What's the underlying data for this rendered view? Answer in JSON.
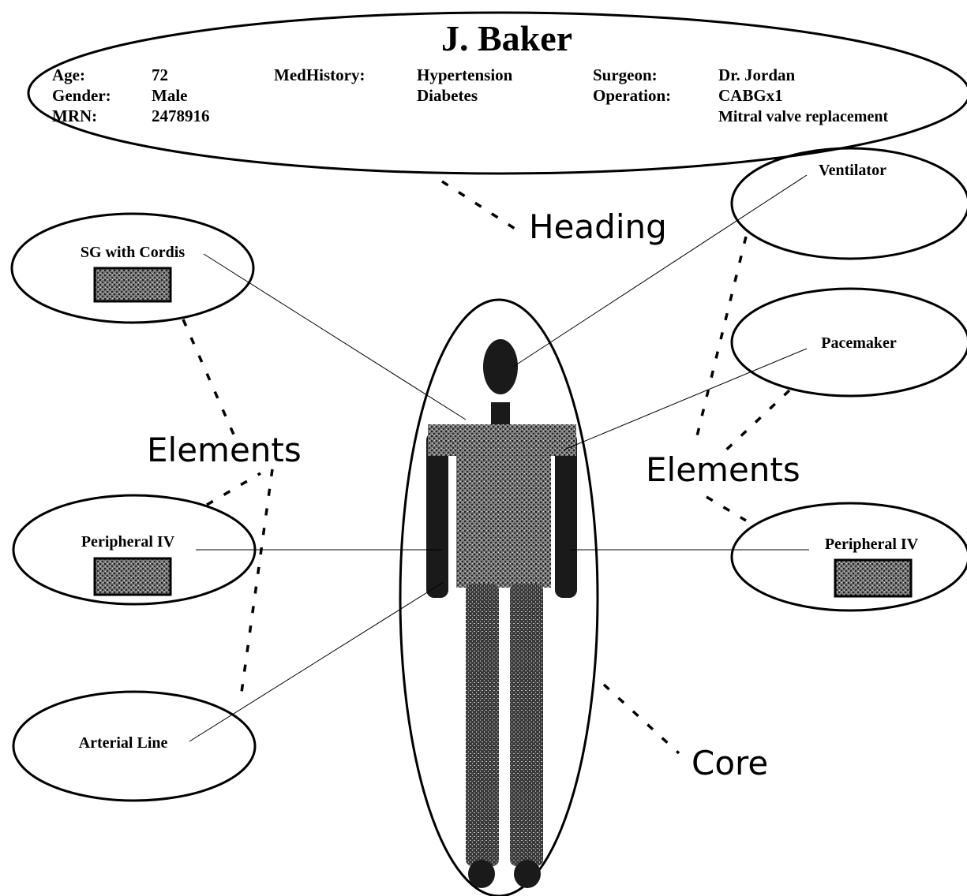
{
  "patient": {
    "name": "J. Baker",
    "age_label": "Age:",
    "age": "72",
    "gender_label": "Gender:",
    "gender": "Male",
    "mrn_label": "MRN:",
    "mrn": "2478916",
    "history_label": "MedHistory:",
    "history_1": "Hypertension",
    "history_2": "Diabetes",
    "surgeon_label": "Surgeon:",
    "surgeon": "Dr. Jordan",
    "operation_label": "Operation:",
    "operation_1": "CABGx1",
    "operation_2": "Mitral valve replacement"
  },
  "annotations": {
    "heading": "Heading",
    "elements_left": "Elements",
    "elements_right": "Elements",
    "core": "Core"
  },
  "devices": {
    "sg_cordis": "SG with Cordis",
    "peripheral_iv_left": "Peripheral IV",
    "arterial_line": "Arterial Line",
    "ventilator": "Ventilator",
    "pacemaker": "Pacemaker",
    "peripheral_iv_right": "Peripheral IV"
  }
}
